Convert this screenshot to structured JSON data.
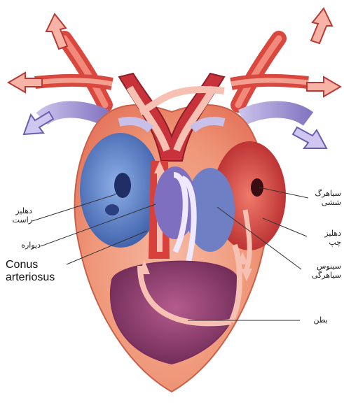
{
  "labels": {
    "right_atrium": [
      "دهلیز",
      "راست"
    ],
    "septum": "دیواره",
    "conus_arteriosus": [
      "Conus",
      "arteriosus"
    ],
    "pulmonary_vein": [
      "سیاهرگ",
      "ششی"
    ],
    "left_atrium": [
      "دهلیز",
      "چپ"
    ],
    "sinus_venosus": [
      "سینوس",
      "سیاهرگی"
    ],
    "ventricle": "بطن"
  },
  "colors": {
    "oxygenated": "#e2574c",
    "deoxygenated": "#8f86c9",
    "ventricle": "#9b4a7a",
    "wall": "#f2a58c"
  }
}
